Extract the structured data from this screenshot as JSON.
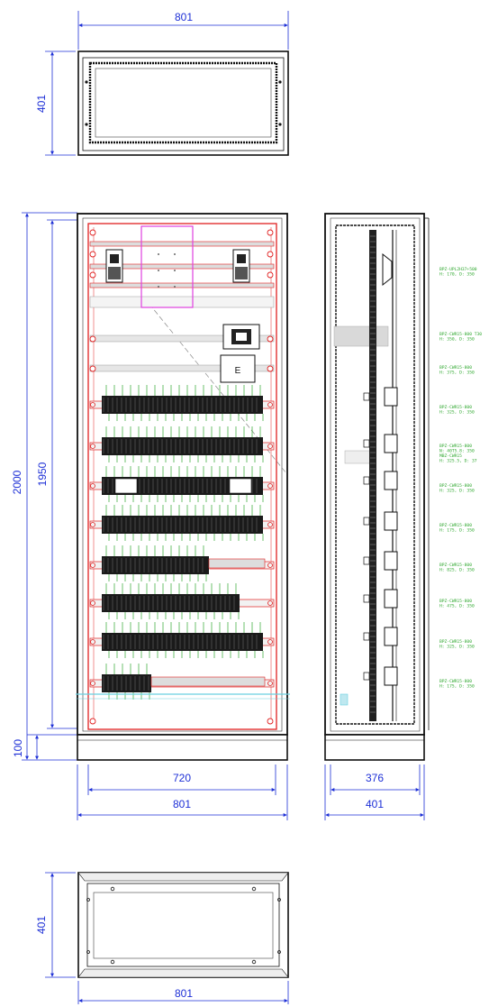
{
  "top_view": {
    "width_label": "801",
    "depth_label": "401"
  },
  "front_view": {
    "height_total_label": "2000",
    "height_inner_label": "1950",
    "plinth_label": "100",
    "inner_width_label": "720",
    "width_label": "801",
    "component_label": "E"
  },
  "side_view": {
    "inner_depth_label": "376",
    "depth_label": "401",
    "notes": [
      [
        "BPZ-UPL2H37+500",
        "H: 170, D: 350"
      ],
      [
        "BPZ-CWR15-800 T30",
        "H: 350, D: 350"
      ],
      [
        "BPZ-CWR15-800",
        "H: 375, D: 350"
      ],
      [
        "BPZ-CWR15-800",
        "H: 325, D: 350"
      ],
      [
        "BPZ-CWR15-800",
        "N: 40T5.8: 350",
        "MBZ-CWR15",
        "H: 325.5, D: 37"
      ],
      [
        "BPZ-CWR15-800",
        "H: 325, D: 350"
      ],
      [
        "BPZ-CWR15-800",
        "H: 175, D: 350"
      ],
      [
        "BPZ-CWR15-800",
        "H: 825, D: 350"
      ],
      [
        "BPZ-CWR15-800",
        "H: 475, D: 350"
      ],
      [
        "BPZ-CWR15-800",
        "H: 325, D: 350"
      ],
      [
        "BPZ-CWR15-800",
        "H: 175, D: 350"
      ]
    ]
  },
  "bottom_view": {
    "width_label": "801",
    "depth_label": "401"
  },
  "colors": {
    "dimension": "#1d2fd6",
    "outline": "#111111",
    "rail": "#e02020",
    "wiring": "#2fa82f",
    "accent": "#e040e0"
  }
}
